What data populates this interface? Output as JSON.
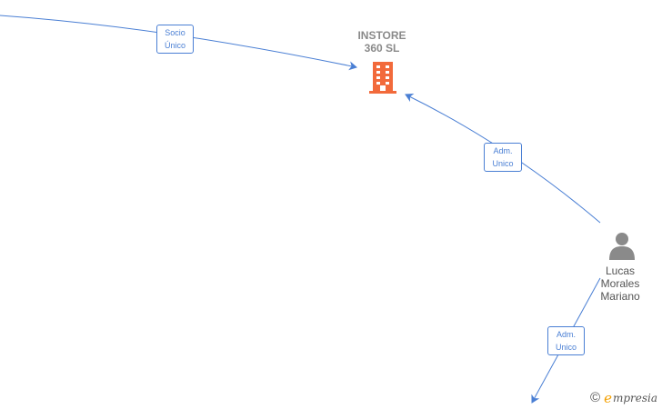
{
  "nodes": {
    "company": {
      "name_line1": "INSTORE",
      "name_line2": "360  SL",
      "icon": "building-icon",
      "color": "#f26a3b"
    },
    "person": {
      "name_line1": "Lucas",
      "name_line2": "Morales",
      "name_line3": "Mariano",
      "icon": "person-icon",
      "color": "#8a8a8a"
    }
  },
  "edges": [
    {
      "label_line1": "Socio",
      "label_line2": "Único"
    },
    {
      "label_line1": "Adm.",
      "label_line2": "Unico"
    },
    {
      "label_line1": "Adm.",
      "label_line2": "Unico"
    }
  ],
  "edge_color": "#4a7fd4",
  "watermark": {
    "symbol": "©",
    "brand_initial": "e",
    "brand_rest": "mpresia",
    "brand_color": "#f4a000"
  }
}
